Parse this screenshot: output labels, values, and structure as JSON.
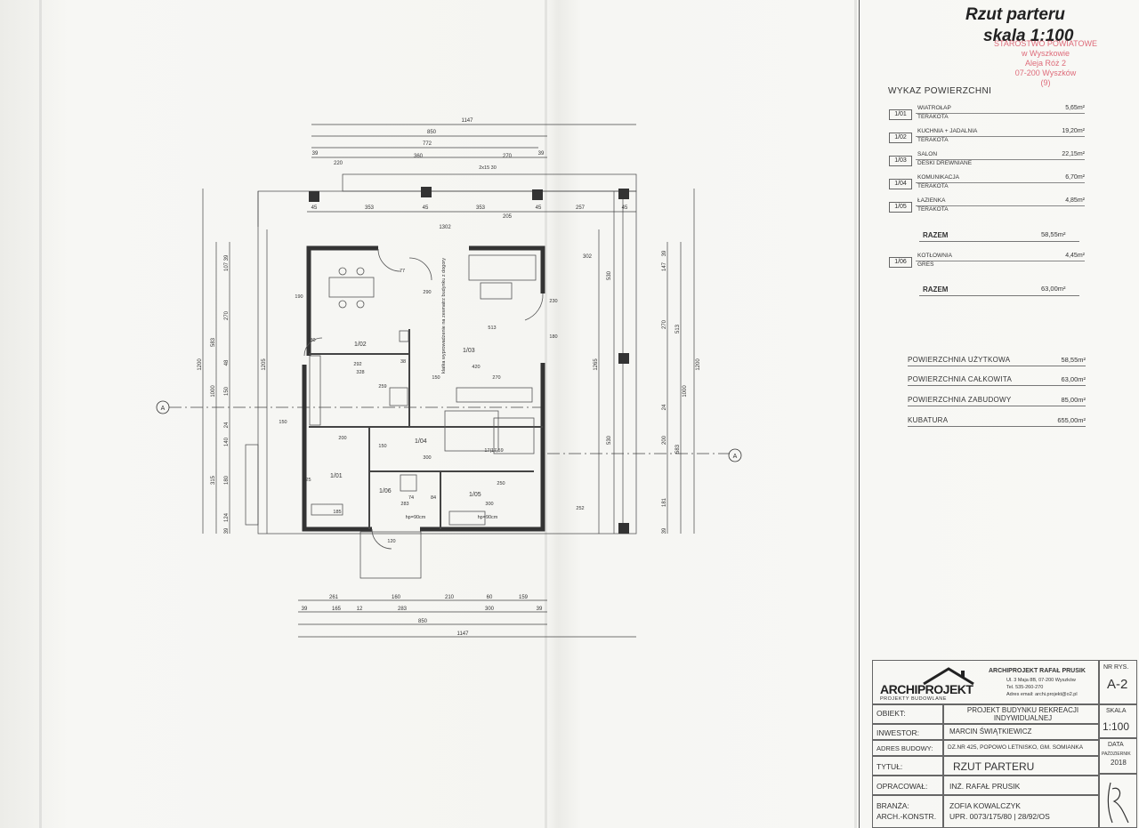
{
  "dimensions": {
    "top": {
      "total": "1147",
      "main": "850",
      "inner": "772",
      "segs": [
        "39",
        "220",
        "360",
        "270",
        "39"
      ],
      "wall": [
        "45",
        "353",
        "45",
        "353",
        "45",
        "257",
        "45"
      ],
      "mid": [
        "1302",
        "205",
        "302"
      ]
    },
    "bottom": {
      "row1": [
        "261",
        "160",
        "210",
        "60",
        "159"
      ],
      "row2": [
        "39",
        "165",
        "12",
        "283",
        "300",
        "39"
      ],
      "main": "850",
      "total": "1147"
    },
    "left": {
      "outer": "1200",
      "inner": "1000",
      "wall": "1205",
      "segs": [
        "39",
        "107",
        "270",
        "583",
        "48",
        "150",
        "24",
        "140",
        "315",
        "180",
        "124",
        "39"
      ]
    },
    "right": {
      "outer": "1200",
      "inner": "1000",
      "wall": "1265",
      "segs": [
        "39",
        "147",
        "270",
        "513",
        "24",
        "200",
        "583",
        "181",
        "39"
      ],
      "side": [
        "530",
        "530"
      ]
    },
    "interior": [
      "290",
      "328",
      "292",
      "420",
      "270",
      "150",
      "200",
      "150",
      "300",
      "283",
      "300",
      "250",
      "252",
      "225",
      "185",
      "74",
      "84",
      "77",
      "150",
      "513",
      "230",
      "180",
      "190",
      "230",
      "259",
      "38",
      "120",
      "17|17,59"
    ],
    "notes": [
      "hp=90cm",
      "hp=90cm"
    ],
    "stairs_note": "2x15\n30",
    "chimney_note": "klatka wyprowadzenie\nna zewnatrz budynku\nz dogory"
  },
  "section_marks": [
    "A",
    "A"
  ],
  "room_tags": [
    "1/01",
    "1/02",
    "1/03",
    "1/04",
    "1/05",
    "1/06"
  ],
  "title": {
    "main": "Rzut parteru",
    "scale": "skala 1:100"
  },
  "stamp": {
    "lines": [
      "STAROSTWO POWIATOWE",
      "w Wyszkowie",
      "Aleja Róż 2",
      "07-200 Wyszków",
      "(9)"
    ]
  },
  "wykaz": {
    "heading": "WYKAZ  POWIERZCHNI",
    "rooms": [
      {
        "num": "1/01",
        "name": "WIATROŁAP",
        "finish": "TERAKOTA",
        "area": "5,65m²"
      },
      {
        "num": "1/02",
        "name": "KUCHNIA + JADALNIA",
        "finish": "TERAKOTA",
        "area": "19,20m²"
      },
      {
        "num": "1/03",
        "name": "SALON",
        "finish": "DESKI DREWNIANE",
        "area": "22,15m²"
      },
      {
        "num": "1/04",
        "name": "KOMUNIKACJA",
        "finish": "TERAKOTA",
        "area": "6,70m²"
      },
      {
        "num": "1/05",
        "name": "ŁAZIENKA",
        "finish": "TERAKOTA",
        "area": "4,85m²"
      }
    ],
    "razem1": {
      "label": "RAZEM",
      "value": "58,55m²"
    },
    "extra": [
      {
        "num": "1/06",
        "name": "KOTŁOWNIA",
        "finish": "GRES",
        "area": "4,45m²"
      }
    ],
    "razem2": {
      "label": "RAZEM",
      "value": "63,00m²"
    }
  },
  "summary": [
    {
      "label": "POWIERZCHNIA  UŻYTKOWA",
      "value": "58,55m²"
    },
    {
      "label": "POWIERZCHNIA  CAŁKOWITA",
      "value": "63,00m²"
    },
    {
      "label": "POWIERZCHNIA  ZABUDOWY",
      "value": "85,00m²"
    },
    {
      "label": "KUBATURA",
      "value": "655,00m²"
    }
  ],
  "titleblock": {
    "logo": "ARCHIPROJEKT",
    "logo_sub": "PROJEKTY BUDOWLANE",
    "firm": "ARCHIPROJEKT RAFAŁ PRUSIK",
    "firm_lines": [
      "Ul. 3 Maja 8B, 07-200 Wyszków",
      "Tel. 535-260-270",
      "Adres email: archi.projekt@o2.pl"
    ],
    "nr_rys_label": "NR RYS.",
    "nr_rys": "A-2",
    "obiekt_label": "OBIEKT:",
    "obiekt": "PROJEKT BUDYNKU REKREACJI INDYWIDUALNEJ",
    "skala_label": "SKALA",
    "skala": "1:100",
    "inwestor_label": "INWESTOR:",
    "inwestor": "MARCIN ŚWIĄTKIEWICZ",
    "adres_label": "ADRES BUDOWY:",
    "adres": "DZ.NR 425, POPOWO LETNISKO, GM. SOMIANKA",
    "data_label": "DATA",
    "data_month": "PAŹDZIERNIK",
    "data_year": "2018",
    "tytul_label": "TYTUŁ:",
    "tytul": "RZUT PARTERU",
    "opracowal_label": "OPRACOWAŁ:",
    "opracowal": "INŻ. RAFAŁ PRUSIK",
    "branza_label": "BRANŻA:",
    "branza_label2": "ARCH.-KONSTR.",
    "branza": "ZOFIA KOWALCZYK",
    "branza2": "UPR. 0073/175/80 | 28/92/OS"
  }
}
